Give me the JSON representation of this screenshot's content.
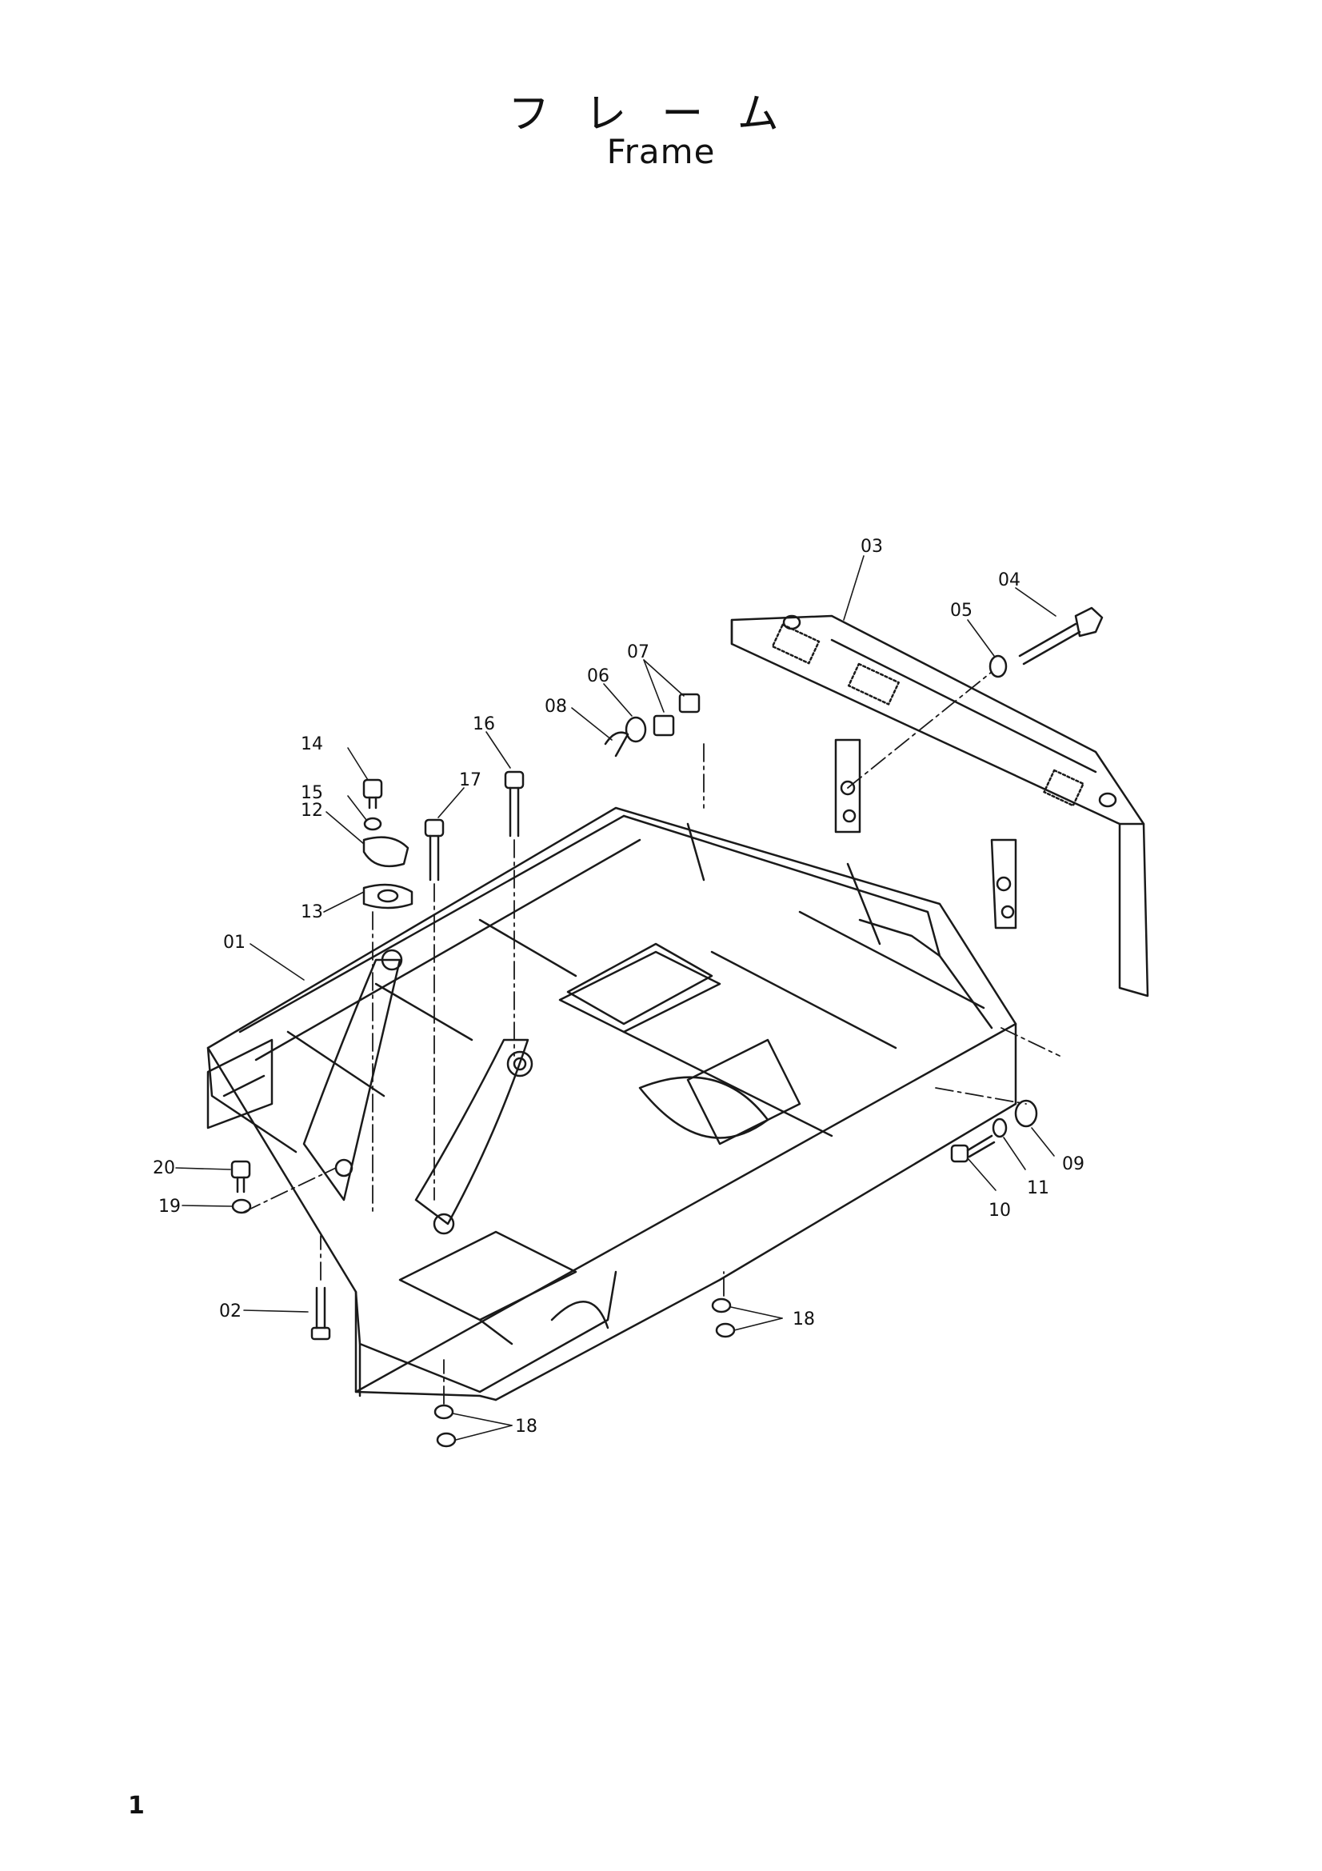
{
  "title_jp": "フレーム",
  "title_en": "Frame",
  "page_number": "1",
  "callouts": [
    "01",
    "02",
    "03",
    "04",
    "05",
    "06",
    "07",
    "08",
    "09",
    "10",
    "11",
    "12",
    "13",
    "14",
    "15",
    "16",
    "17",
    "18",
    "18",
    "19",
    "20"
  ]
}
